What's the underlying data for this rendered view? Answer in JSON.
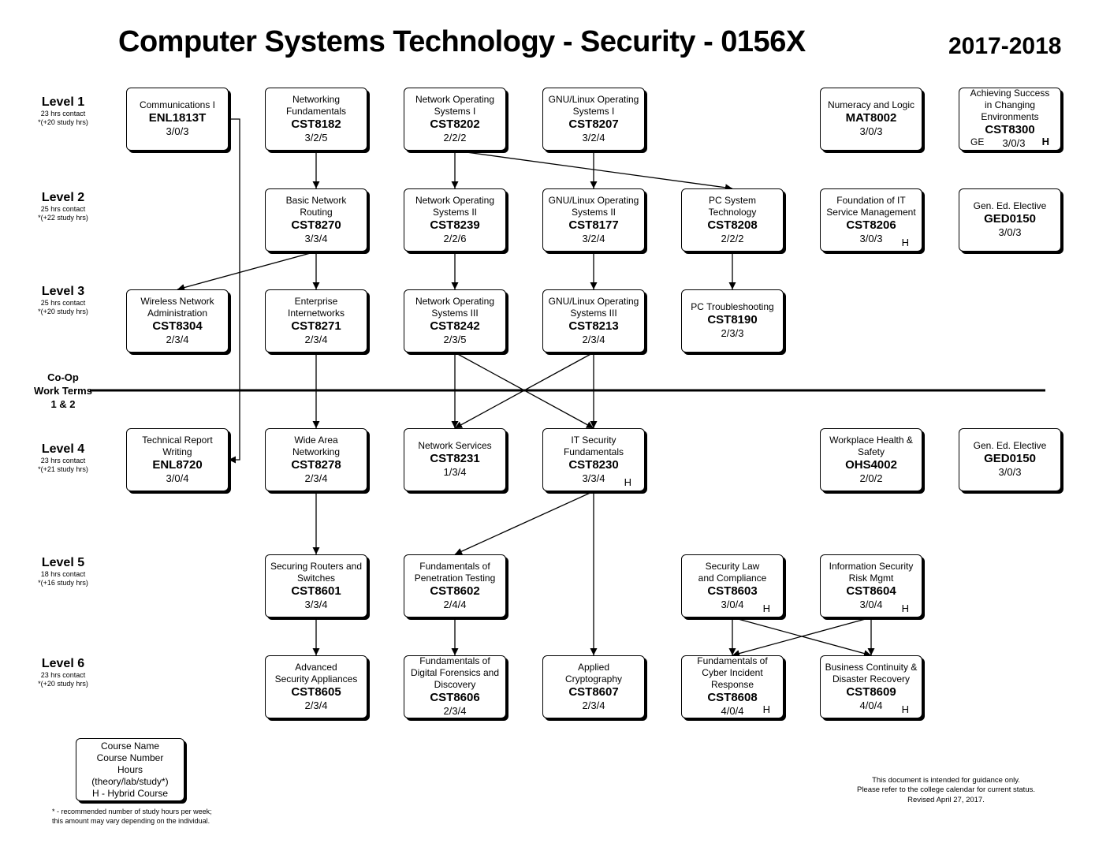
{
  "title": "Computer Systems Technology - Security - 0156X",
  "year": "2017-2018",
  "levels": [
    {
      "name": "Level 1",
      "contact": "23 hrs contact",
      "study": "*(+20 study hrs)"
    },
    {
      "name": "Level 2",
      "contact": "25 hrs contact",
      "study": "*(+22 study hrs)"
    },
    {
      "name": "Level 3",
      "contact": "25 hrs contact",
      "study": "*(+20 study hrs)"
    },
    {
      "name": "Level 4",
      "contact": "23 hrs contact",
      "study": "*(+21 study hrs)"
    },
    {
      "name": "Level 5",
      "contact": "18 hrs contact",
      "study": "*(+16 study hrs)"
    },
    {
      "name": "Level 6",
      "contact": "23 hrs contact",
      "study": "*(+20 study hrs)"
    }
  ],
  "coop": {
    "line1": "Co-Op",
    "line2": "Work Terms",
    "line3": "1 & 2"
  },
  "courses": [
    {
      "id": "ENL1813T",
      "level": 1,
      "col": 0,
      "name": [
        "Communications I"
      ],
      "code": "ENL1813T",
      "hours": "3/0/3",
      "hybrid": "",
      "ge": ""
    },
    {
      "id": "CST8182",
      "level": 1,
      "col": 1,
      "name": [
        "Networking",
        "Fundamentals"
      ],
      "code": "CST8182",
      "hours": "3/2/5",
      "hybrid": "",
      "ge": ""
    },
    {
      "id": "CST8202",
      "level": 1,
      "col": 2,
      "name": [
        "Network Operating",
        "Systems I"
      ],
      "code": "CST8202",
      "hours": "2/2/2",
      "hybrid": "",
      "ge": ""
    },
    {
      "id": "CST8207",
      "level": 1,
      "col": 3,
      "name": [
        "GNU/Linux Operating",
        "Systems I"
      ],
      "code": "CST8207",
      "hours": "3/2/4",
      "hybrid": "",
      "ge": ""
    },
    {
      "id": "MAT8002",
      "level": 1,
      "col": 5,
      "name": [
        "Numeracy and Logic"
      ],
      "code": "MAT8002",
      "hours": "3/0/3",
      "hybrid": "",
      "ge": ""
    },
    {
      "id": "CST8300",
      "level": 1,
      "col": 6,
      "name": [
        "Achieving Success",
        "in Changing",
        "Environments"
      ],
      "code": "CST8300",
      "hours": "3/0/3",
      "hybrid": "H",
      "ge": "GE"
    },
    {
      "id": "CST8270",
      "level": 2,
      "col": 1,
      "name": [
        "Basic Network",
        "Routing"
      ],
      "code": "CST8270",
      "hours": "3/3/4",
      "hybrid": "",
      "ge": ""
    },
    {
      "id": "CST8239",
      "level": 2,
      "col": 2,
      "name": [
        "Network Operating",
        "Systems II"
      ],
      "code": "CST8239",
      "hours": "2/2/6",
      "hybrid": "",
      "ge": ""
    },
    {
      "id": "CST8177",
      "level": 2,
      "col": 3,
      "name": [
        "GNU/Linux Operating",
        "Systems II"
      ],
      "code": "CST8177",
      "hours": "3/2/4",
      "hybrid": "",
      "ge": ""
    },
    {
      "id": "CST8208",
      "level": 2,
      "col": 4,
      "name": [
        "PC System",
        "Technology"
      ],
      "code": "CST8208",
      "hours": "2/2/2",
      "hybrid": "",
      "ge": ""
    },
    {
      "id": "CST8206",
      "level": 2,
      "col": 5,
      "name": [
        "Foundation of IT",
        "Service Management"
      ],
      "code": "CST8206",
      "hours": "3/0/3",
      "hybrid": "H",
      "ge": ""
    },
    {
      "id": "GED0150a",
      "level": 2,
      "col": 6,
      "name": [
        "Gen. Ed. Elective"
      ],
      "code": "GED0150",
      "hours": "3/0/3",
      "hybrid": "",
      "ge": ""
    },
    {
      "id": "CST8304",
      "level": 3,
      "col": 0,
      "name": [
        "Wireless Network",
        "Administration"
      ],
      "code": "CST8304",
      "hours": "2/3/4",
      "hybrid": "",
      "ge": ""
    },
    {
      "id": "CST8271",
      "level": 3,
      "col": 1,
      "name": [
        "Enterprise",
        "Internetworks"
      ],
      "code": "CST8271",
      "hours": "2/3/4",
      "hybrid": "",
      "ge": ""
    },
    {
      "id": "CST8242",
      "level": 3,
      "col": 2,
      "name": [
        "Network Operating",
        "Systems III"
      ],
      "code": "CST8242",
      "hours": "2/3/5",
      "hybrid": "",
      "ge": ""
    },
    {
      "id": "CST8213",
      "level": 3,
      "col": 3,
      "name": [
        "GNU/Linux Operating",
        "Systems III"
      ],
      "code": "CST8213",
      "hours": "2/3/4",
      "hybrid": "",
      "ge": ""
    },
    {
      "id": "CST8190",
      "level": 3,
      "col": 4,
      "name": [
        "PC Troubleshooting"
      ],
      "code": "CST8190",
      "hours": "2/3/3",
      "hybrid": "",
      "ge": ""
    },
    {
      "id": "ENL8720",
      "level": 4,
      "col": 0,
      "name": [
        "Technical Report",
        "Writing"
      ],
      "code": "ENL8720",
      "hours": "3/0/4",
      "hybrid": "",
      "ge": ""
    },
    {
      "id": "CST8278",
      "level": 4,
      "col": 1,
      "name": [
        "Wide Area",
        "Networking"
      ],
      "code": "CST8278",
      "hours": "2/3/4",
      "hybrid": "",
      "ge": ""
    },
    {
      "id": "CST8231",
      "level": 4,
      "col": 2,
      "name": [
        "Network Services"
      ],
      "code": "CST8231",
      "hours": "1/3/4",
      "hybrid": "",
      "ge": ""
    },
    {
      "id": "CST8230",
      "level": 4,
      "col": 3,
      "name": [
        "IT Security",
        "Fundamentals"
      ],
      "code": "CST8230",
      "hours": "3/3/4",
      "hybrid": "H",
      "ge": ""
    },
    {
      "id": "OHS4002",
      "level": 4,
      "col": 5,
      "name": [
        "Workplace Health &",
        "Safety"
      ],
      "code": "OHS4002",
      "hours": "2/0/2",
      "hybrid": "",
      "ge": ""
    },
    {
      "id": "GED0150b",
      "level": 4,
      "col": 6,
      "name": [
        "Gen. Ed. Elective"
      ],
      "code": "GED0150",
      "hours": "3/0/3",
      "hybrid": "",
      "ge": ""
    },
    {
      "id": "CST8601",
      "level": 5,
      "col": 1,
      "name": [
        "Securing Routers and",
        "Switches"
      ],
      "code": "CST8601",
      "hours": "3/3/4",
      "hybrid": "",
      "ge": ""
    },
    {
      "id": "CST8602",
      "level": 5,
      "col": 2,
      "name": [
        "Fundamentals of",
        "Penetration Testing"
      ],
      "code": "CST8602",
      "hours": "2/4/4",
      "hybrid": "",
      "ge": ""
    },
    {
      "id": "CST8603",
      "level": 5,
      "col": 4,
      "name": [
        "Security Law",
        "and Compliance"
      ],
      "code": "CST8603",
      "hours": "3/0/4",
      "hybrid": "H",
      "ge": ""
    },
    {
      "id": "CST8604",
      "level": 5,
      "col": 5,
      "name": [
        "Information Security",
        "Risk Mgmt"
      ],
      "code": "CST8604",
      "hours": "3/0/4",
      "hybrid": "H",
      "ge": ""
    },
    {
      "id": "CST8605",
      "level": 6,
      "col": 1,
      "name": [
        "Advanced",
        "Security Appliances"
      ],
      "code": "CST8605",
      "hours": "2/3/4",
      "hybrid": "",
      "ge": ""
    },
    {
      "id": "CST8606",
      "level": 6,
      "col": 2,
      "name": [
        "Fundamentals of",
        "Digital Forensics and",
        "Discovery"
      ],
      "code": "CST8606",
      "hours": "2/3/4",
      "hybrid": "",
      "ge": ""
    },
    {
      "id": "CST8607",
      "level": 6,
      "col": 3,
      "name": [
        "Applied",
        "Cryptography"
      ],
      "code": "CST8607",
      "hours": "2/3/4",
      "hybrid": "",
      "ge": ""
    },
    {
      "id": "CST8608",
      "level": 6,
      "col": 4,
      "name": [
        "Fundamentals of",
        "Cyber Incident",
        "Response"
      ],
      "code": "CST8608",
      "hours": "4/0/4",
      "hybrid": "H",
      "ge": ""
    },
    {
      "id": "CST8609",
      "level": 6,
      "col": 5,
      "name": [
        "Business Continuity &",
        "Disaster Recovery"
      ],
      "code": "CST8609",
      "hours": "4/0/4",
      "hybrid": "H",
      "ge": ""
    }
  ],
  "prerequisites": [
    [
      "CST8182",
      "CST8270"
    ],
    [
      "CST8202",
      "CST8239"
    ],
    [
      "CST8202",
      "CST8208"
    ],
    [
      "CST8207",
      "CST8177"
    ],
    [
      "CST8270",
      "CST8304"
    ],
    [
      "CST8270",
      "CST8271"
    ],
    [
      "CST8239",
      "CST8242"
    ],
    [
      "CST8177",
      "CST8213"
    ],
    [
      "CST8208",
      "CST8190"
    ],
    [
      "CST8271",
      "CST8278"
    ],
    [
      "CST8242",
      "CST8231"
    ],
    [
      "CST8242",
      "CST8230"
    ],
    [
      "CST8213",
      "CST8231"
    ],
    [
      "CST8213",
      "CST8230"
    ],
    [
      "ENL1813T",
      "ENL8720"
    ],
    [
      "CST8278",
      "CST8601"
    ],
    [
      "CST8230",
      "CST8602"
    ],
    [
      "CST8230",
      "CST8607"
    ],
    [
      "CST8601",
      "CST8605"
    ],
    [
      "CST8602",
      "CST8606"
    ],
    [
      "CST8603",
      "CST8608"
    ],
    [
      "CST8603",
      "CST8609"
    ],
    [
      "CST8604",
      "CST8608"
    ],
    [
      "CST8604",
      "CST8609"
    ]
  ],
  "legend": {
    "line1": "Course Name",
    "line2": "Course Number",
    "line3": "Hours",
    "line4": "(theory/lab/study*)",
    "line5": "H - Hybrid Course"
  },
  "footnote": {
    "line1": "* - recommended number of study hours per week;",
    "line2": "this amount may vary depending on the individual."
  },
  "disclaimer": {
    "line1": "This document is intended for guidance only.",
    "line2": "Please refer to the college calendar for current status.",
    "line3": "Revised April 27, 2017."
  }
}
